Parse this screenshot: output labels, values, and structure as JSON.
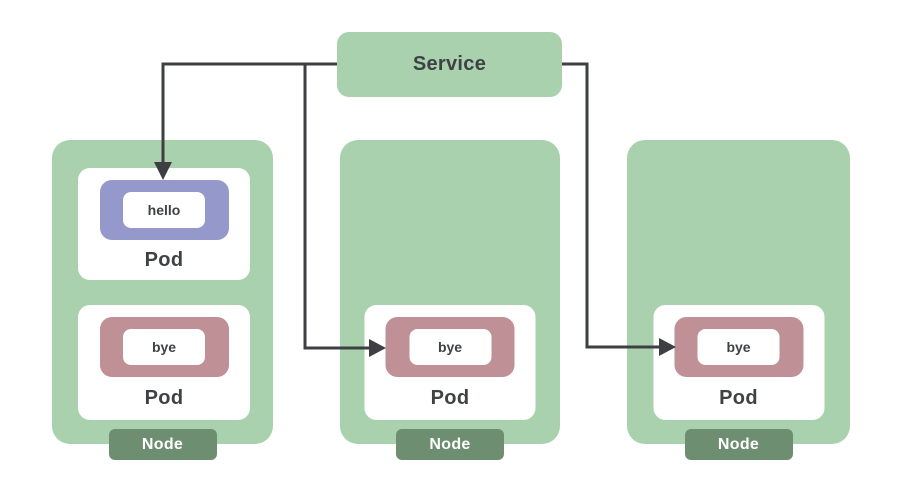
{
  "theme": {
    "canvas-bg": "#ffffff",
    "green": "#aad1ad",
    "green-dark": "#6e8e71",
    "purple": "#9598ca",
    "pink": "#bf9096",
    "line": "#3d3f42",
    "text": "#3f4245",
    "box-bg": "#ffffff"
  },
  "diagram": {
    "service": {
      "label": "Service"
    },
    "nodes": [
      {
        "label": "Node",
        "pods": [
          {
            "label": "Pod",
            "container": {
              "label": "hello",
              "variant": "purple",
              "color": "#9598ca"
            }
          },
          {
            "label": "Pod",
            "container": {
              "label": "bye",
              "variant": "pink",
              "color": "#bf9096"
            }
          }
        ]
      },
      {
        "label": "Node",
        "pods": [
          {
            "label": "Pod",
            "container": {
              "label": "bye",
              "variant": "pink",
              "color": "#bf9096"
            }
          }
        ]
      },
      {
        "label": "Node",
        "pods": [
          {
            "label": "Pod",
            "container": {
              "label": "bye",
              "variant": "pink",
              "color": "#bf9096"
            }
          }
        ]
      }
    ],
    "connections": [
      {
        "from": "Service",
        "to": "hello container in node 1"
      },
      {
        "from": "Service",
        "to": "bye container in node 2"
      },
      {
        "from": "Service",
        "to": "bye container in node 3"
      }
    ]
  }
}
